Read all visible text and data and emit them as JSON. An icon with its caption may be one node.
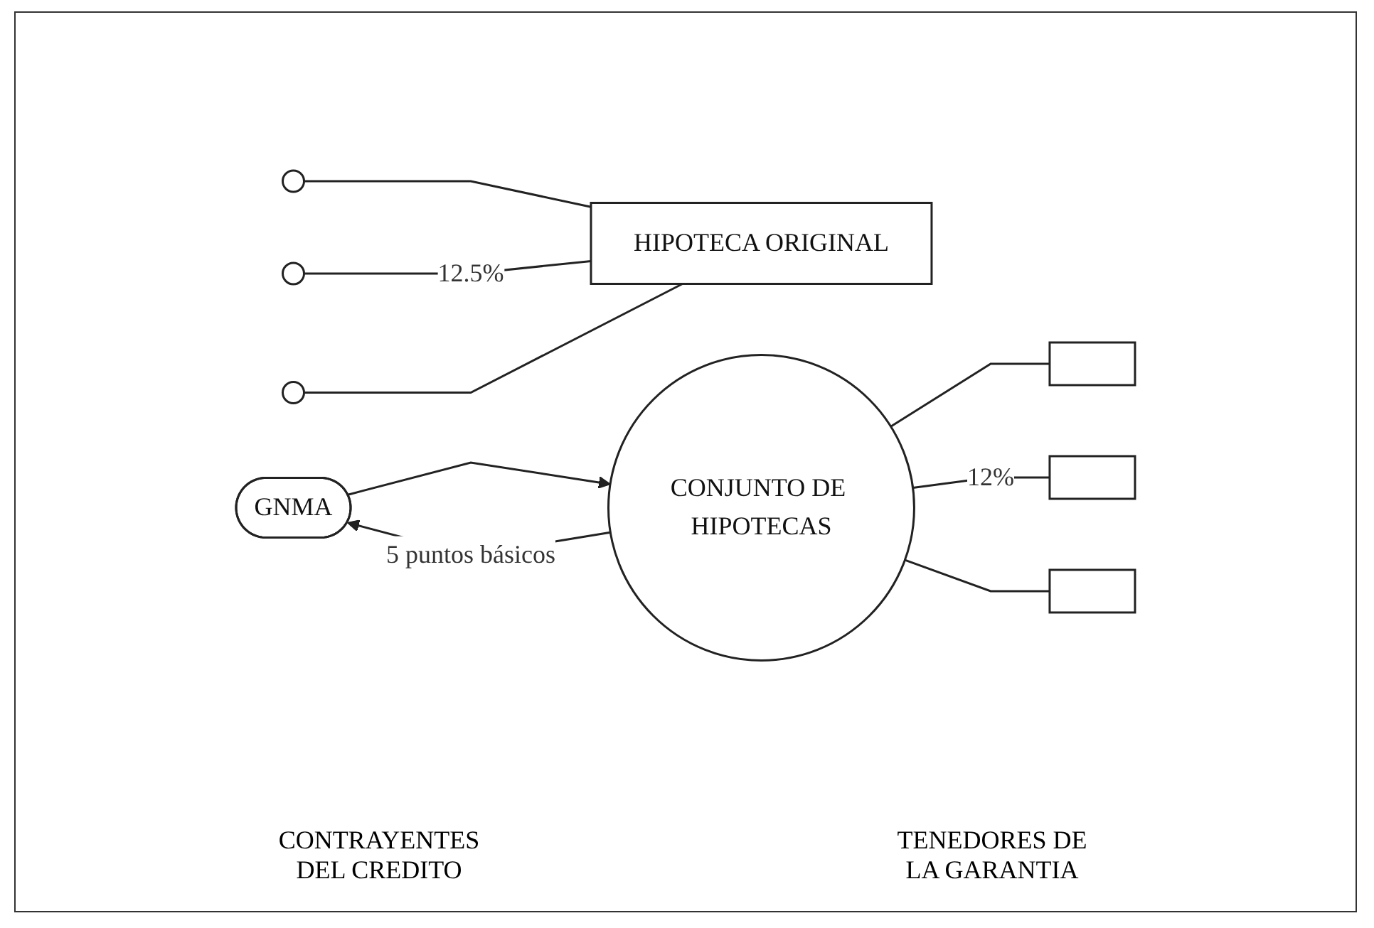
{
  "diagram": {
    "nodes": [
      {
        "text": [],
        "shape": "circle"
      },
      {
        "text": [],
        "shape": "circle"
      },
      {
        "text": [],
        "shape": "circle"
      },
      {
        "text": [
          "HIPOTECA ORIGINAL"
        ]
      },
      {
        "text": [
          "GNMA"
        ]
      },
      {
        "text": [
          "CONJUNTO DE HIPOTECAS"
        ]
      },
      {
        "text": [],
        "shape": "box"
      },
      {
        "text": [],
        "shape": "box"
      },
      {
        "text": [],
        "shape": "box"
      }
    ],
    "edges": [
      {
        "from": 0,
        "to": 3,
        "arrow": "none"
      },
      {
        "from": 1,
        "to": 3,
        "arrow": "none",
        "label": "12.5%"
      },
      {
        "from": 2,
        "to": 3,
        "arrow": "none"
      },
      {
        "from": 5,
        "to": 4,
        "arrow": "to",
        "label": "5 puntos básicos"
      },
      {
        "from": 4,
        "to": 5,
        "arrow": "to"
      },
      {
        "from": 5,
        "to": 6,
        "arrow": "none"
      },
      {
        "from": 5,
        "to": 7,
        "arrow": "none",
        "label": "12%"
      },
      {
        "from": 5,
        "to": 8,
        "arrow": "none"
      }
    ],
    "labels": [
      "CONTRAYENTES DEL CREDITO",
      "TENEDORES DE LA GARANTIA"
    ]
  }
}
